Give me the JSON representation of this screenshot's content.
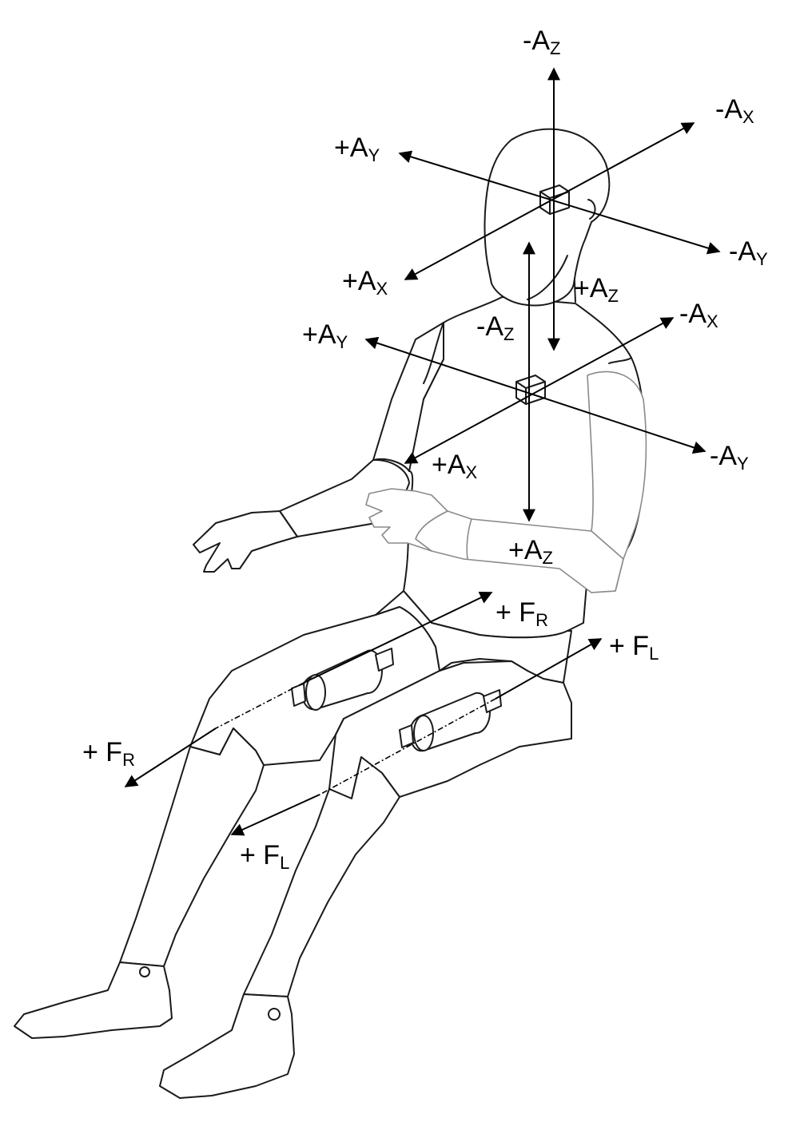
{
  "diagram": {
    "labels": {
      "head_neg_az": "-AZ",
      "head_pos_ay": "+AY",
      "head_neg_ax": "-AX",
      "head_neg_ay": "-AY",
      "head_pos_ax": "+AX",
      "head_pos_az": "+AZ",
      "chest_neg_az": "-AZ",
      "chest_pos_ay": "+AY",
      "chest_neg_ax": "-AX",
      "chest_neg_ay": "-AY",
      "chest_pos_ax": "+AX",
      "chest_pos_az": "+AZ",
      "femur_r_upper": "+ FR",
      "femur_l_upper": "+ FL",
      "femur_r_lower": "+ FR",
      "femur_l_lower": "+ FL"
    }
  },
  "colors": {
    "ink": "#000000",
    "arm_outline": "#8a8a8a",
    "background": "#ffffff"
  }
}
